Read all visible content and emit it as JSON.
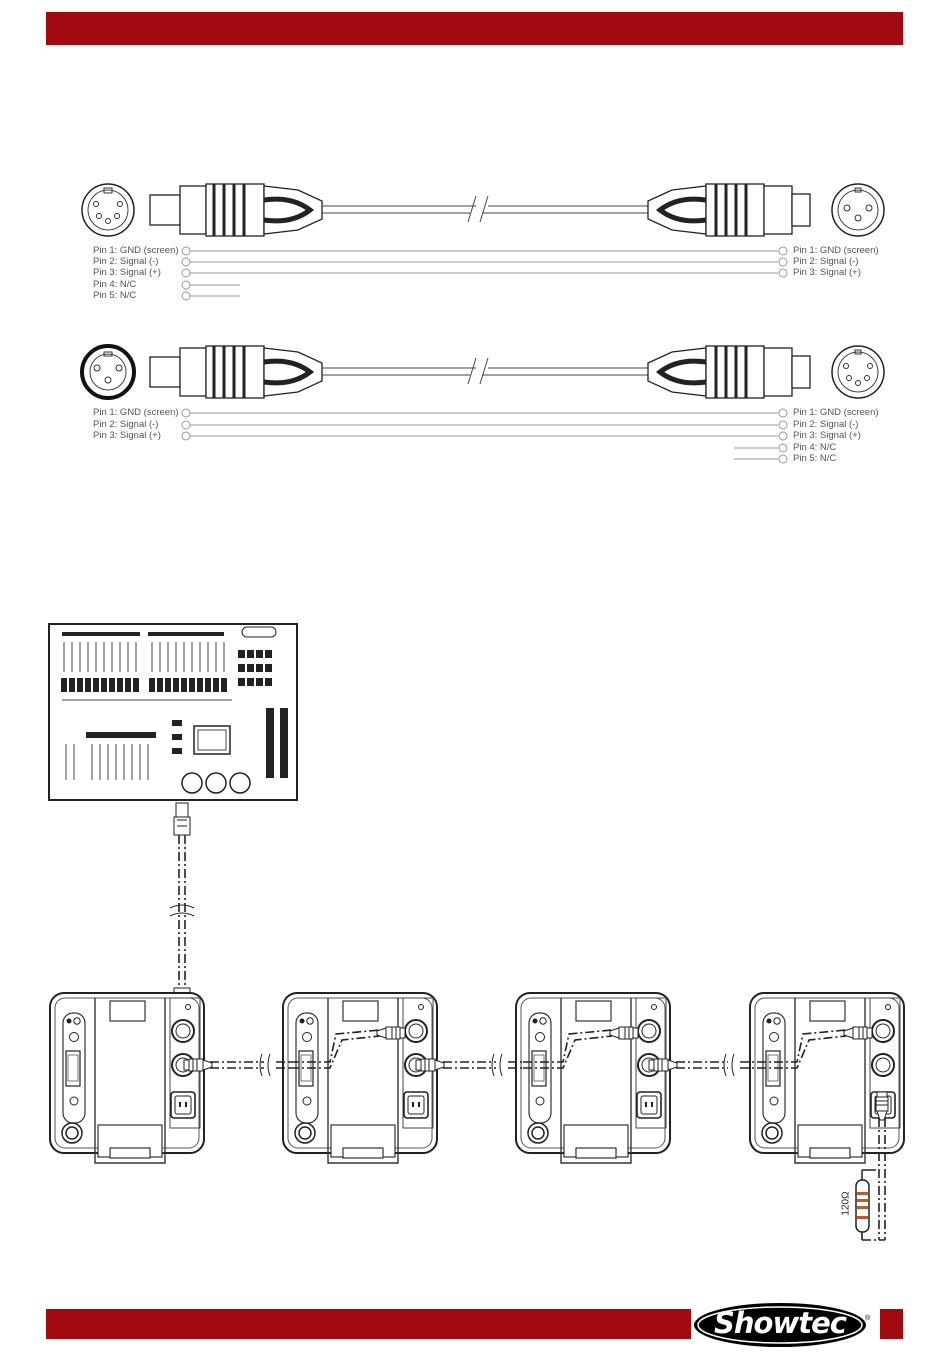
{
  "cable_3pin_to_5pin": {
    "left_pins": [
      "Pin 1: GND (screen)",
      "Pin 2: Signal (-)",
      "Pin 3: Signal (+)",
      "Pin 4: N/C",
      "Pin 5: N/C"
    ],
    "right_pins": [
      "Pin 1: GND (screen)",
      "Pin 2: Signal (-)",
      "Pin 3: Signal (+)"
    ]
  },
  "cable_5pin_to_3pin": {
    "left_pins": [
      "Pin 1: GND (screen)",
      "Pin 2: Signal (-)",
      "Pin 3: Signal (+)"
    ],
    "right_pins": [
      "Pin 1: GND (screen)",
      "Pin 2: Signal (-)",
      "Pin 3: Signal (+)",
      "Pin 4: N/C",
      "Pin 5: N/C"
    ]
  },
  "terminator": {
    "label": "120Ω"
  },
  "brand": {
    "logo_text": "Showtec",
    "reg_mark": "®"
  },
  "colors": {
    "brand_red": "#a10b10",
    "line_gray": "#999999",
    "drawing": "#222222"
  }
}
